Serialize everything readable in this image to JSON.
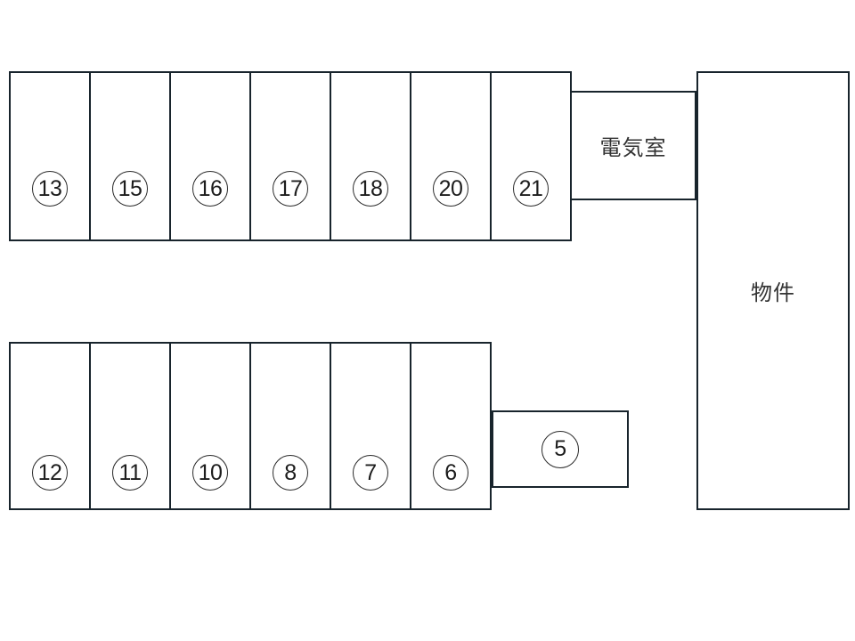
{
  "layout": {
    "top_row": [
      {
        "number": "13"
      },
      {
        "number": "15"
      },
      {
        "number": "16"
      },
      {
        "number": "17"
      },
      {
        "number": "18"
      },
      {
        "number": "20"
      },
      {
        "number": "21"
      }
    ],
    "bottom_row": [
      {
        "number": "12"
      },
      {
        "number": "11"
      },
      {
        "number": "10"
      },
      {
        "number": "8"
      },
      {
        "number": "7"
      },
      {
        "number": "6"
      }
    ],
    "stall_5": {
      "number": "5"
    },
    "electrical_room": {
      "label": "電気室"
    },
    "property": {
      "label": "物件"
    },
    "colors": {
      "line": "#18242c",
      "circle_stroke": "#2a2a2a",
      "number_text": "#1d1d1d",
      "label_text": "#333333",
      "background": "#ffffff"
    }
  }
}
